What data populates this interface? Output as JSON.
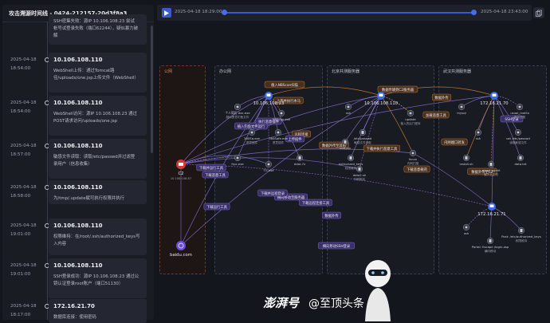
{
  "left_panel": {
    "title": "攻击溯源时间线 - 0424-212157-20d3f8a3",
    "events": [
      {
        "date": "",
        "time": "",
        "ip": "",
        "desc": "SSH密集失败：源IP 10.106.108.23 尝试\n帐号试登录失败（端口62244），疑似暴力破\n解"
      },
      {
        "date": "2025-04-18",
        "time": "18:54:00",
        "ip": "10.106.108.110",
        "desc": "WebShell上传：通过Tomcat路\n径/uploads/one.jsp上传文件（WebShell）"
      },
      {
        "date": "2025-04-18",
        "time": "18:54:00",
        "ip": "10.106.108.110",
        "desc": "WebShell访问：源IP 10.106.108.23 通过\nPOST请求访问/uploads/one.jsp"
      },
      {
        "date": "2025-04-18",
        "time": "18:57:00",
        "ip": "10.106.108.110",
        "desc": "敏感文件读取：读取/etc/passwd并过滤登\n录用户（信息收集）"
      },
      {
        "date": "2025-04-18",
        "time": "18:58:00",
        "ip": "10.106.108.110",
        "desc": "为/tmp/.update赋可执行权限并执行"
      },
      {
        "date": "2025-04-18",
        "time": "19:01:00",
        "ip": "10.106.108.110",
        "desc": "权限维持：在/root/.ssh/authorized_keys写\n入内容"
      },
      {
        "date": "2025-04-18",
        "time": "19:01:00",
        "ip": "10.106.108.110",
        "desc": "SSH登录成功：源IP 10.106.108.23 通过公\n钥认证登录root账户（端口51130）"
      },
      {
        "date": "2025-04-18",
        "time": "18:17:00",
        "ip": "172.16.21.70",
        "desc": "数据库连接：使用密码"
      }
    ]
  },
  "toolbar": {
    "start_time": "2025-04-18 18:29:00",
    "end_time": "2025-04-18 23:43:00"
  },
  "zones": [
    "公网",
    "办公网",
    "北京共测服务器",
    "武汉共测服务器"
  ],
  "nodes": [
    {
      "id": "c2",
      "label": "C2",
      "sub": "10.106.108.87",
      "kind": "c2"
    },
    {
      "id": "baidu",
      "label": "baidu.com",
      "kind": "web"
    },
    {
      "id": "h23",
      "label": "10.106.108.23",
      "kind": "host"
    },
    {
      "id": "h110",
      "label": "10.106.108.110",
      "kind": "host"
    },
    {
      "id": "h70",
      "label": "172.16.21.70",
      "kind": "host"
    },
    {
      "id": "h71",
      "label": "172.16.21.71",
      "kind": "host"
    },
    {
      "id": "p1",
      "label": "个人简历 doc.exe",
      "sub": "疑似恶意钓鱼文件",
      "kind": "proc"
    },
    {
      "id": "p2",
      "label": "NBScan.exe",
      "kind": "proc"
    },
    {
      "id": "p3",
      "label": "360Sa.exe",
      "sub": "恶意插件",
      "kind": "proc"
    },
    {
      "id": "p4",
      "label": "360Safe.exe",
      "sub": "恶意插件",
      "kind": "proc"
    },
    {
      "id": "p5",
      "label": "frpc.exe",
      "kind": "proc"
    },
    {
      "id": "p6",
      "label": "TG.exe",
      "kind": "proc"
    },
    {
      "id": "p7",
      "label": "data.7z",
      "kind": "file"
    },
    {
      "id": "p8",
      "label": "ssh",
      "kind": "proc"
    },
    {
      "id": "p9",
      "label": "update",
      "sub": "植入的后门程序",
      "kind": "proc"
    },
    {
      "id": "p10",
      "label": "/etc/passwd",
      "sub": "敏感文件读取",
      "kind": "file"
    },
    {
      "id": "p11",
      "label": "one.jsp",
      "kind": "file"
    },
    {
      "id": "p12",
      "label": "authorized_keys",
      "sub": "权限维持",
      "kind": "file"
    },
    {
      "id": "p13",
      "label": "data2.sh",
      "sub": "外联脚本",
      "kind": "file"
    },
    {
      "id": "p14",
      "label": "fscan",
      "sub": "内网扫描",
      "kind": "proc"
    },
    {
      "id": "p15",
      "label": "mysql",
      "kind": "proc"
    },
    {
      "id": "p16",
      "label": "usual_mailla",
      "sub": "服务进程",
      "kind": "proc"
    },
    {
      "id": "p17",
      "label": "cat /etc/passwd",
      "sub": "读取敏感文件",
      "kind": "proc"
    },
    {
      "id": "p18",
      "label": "ssh",
      "kind": "proc"
    },
    {
      "id": "p19",
      "label": "install.sh",
      "kind": "file"
    },
    {
      "id": "p20",
      "label": "cloud_agent",
      "sub": "植入云主机",
      "kind": "file"
    },
    {
      "id": "p21",
      "label": "data.txt",
      "kind": "file"
    },
    {
      "id": "p22",
      "label": "Post: /etc/authorized_keys",
      "sub": "权限维持",
      "kind": "file"
    },
    {
      "id": "p23",
      "label": "Portal: Escape /login.asp",
      "sub": "横向移动",
      "kind": "file"
    },
    {
      "id": "p24",
      "label": "ssh",
      "kind": "proc"
    }
  ],
  "edge_labels": [
    "植入NBScan扫描",
    "植入钓鱼文件运行",
    "上传并执行木马",
    "执行恶意插件",
    "远程连接",
    "上传插件",
    "下载并运行工具",
    "下载恶意工具",
    "下载运行工具",
    "横向移动至服务器",
    "数据传输到C2服务器",
    "数据外传",
    "下载并执行恶意工具",
    "加载恶意工具",
    "下载并远程登录",
    "下载远程连接工具",
    "数据外传",
    "数据外传至其他",
    "横向移动SSH登录",
    "下载恶意载荷",
    "内网端口转发",
    "数据外传至C2",
    "SSH登录"
  ],
  "watermark": {
    "brand": "澎湃号",
    "author": "@至顶头条"
  }
}
